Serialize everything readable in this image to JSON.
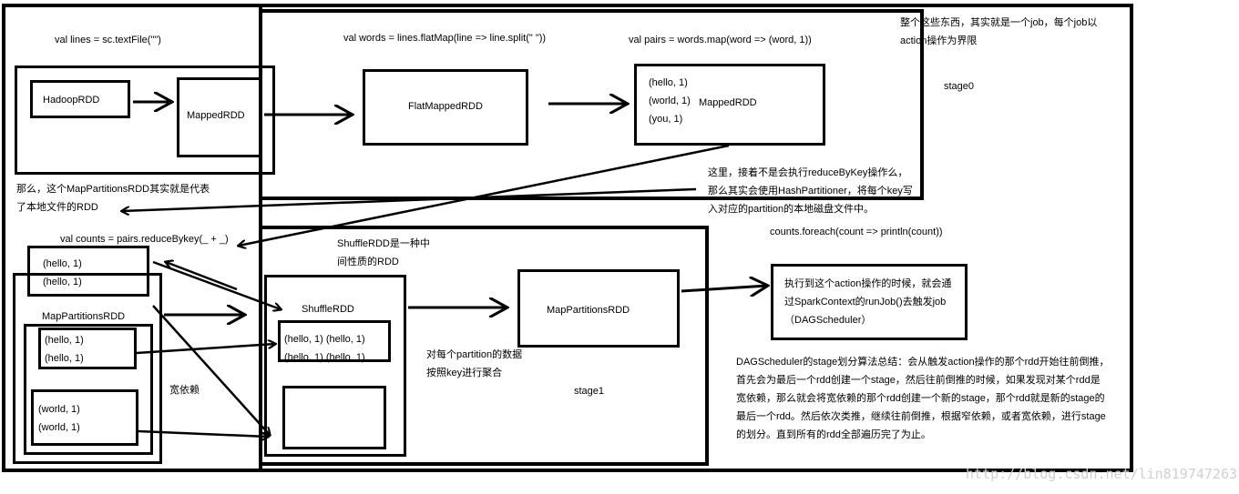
{
  "code": {
    "lines": "val lines = sc.textFile(\"\")",
    "words": "val words = lines.flatMap(line => line.split(\" \"))",
    "pairs": "val pairs = words.map(word => (word, 1))",
    "counts": "val counts = pairs.reduceBykey(_ + _)",
    "foreach": "counts.foreach(count => println(count))"
  },
  "rdds": {
    "hadoop": "HadoopRDD",
    "mapped1": "MappedRDD",
    "flatmapped": "FlatMappedRDD",
    "mapped2": "MappedRDD",
    "shuffle": "ShuffleRDD",
    "mappartitions_left": "MapPartitionsRDD",
    "mappartitions_right": "MapPartitionsRDD"
  },
  "pairs_box": [
    "(hello, 1)",
    "(world, 1)",
    "(you, 1)"
  ],
  "hello_box_top": [
    "(hello, 1)",
    "(hello, 1)"
  ],
  "hello_box_inner": [
    "(hello, 1)",
    "(hello, 1)"
  ],
  "world_box": [
    "(world, 1)",
    "(world, 1)"
  ],
  "shuffle_box": [
    "(hello, 1) (hello, 1)",
    "(hello, 1) (hello, 1)"
  ],
  "notes": {
    "job": "整个这些东西，其实就是一个job，每个job以action操作为界限",
    "stage0": "stage0",
    "stage1": "stage1",
    "local_file": "那么，这个MapPartitionsRDD其实就是代表了本地文件的RDD",
    "hash_partitioner": "这里，接着不是会执行reduceByKey操作么，那么其实会使用HashPartitioner，将每个key写入对应的partition的本地磁盘文件中。",
    "shuffle_rdd": "ShuffleRDD是一种中间性质的RDD",
    "aggregate": "对每个partition的数据按照key进行聚合",
    "wide_dependency": "宽依赖",
    "action": "执行到这个action操作的时候，就会通过SparkContext的runJob()去触发job（DAGScheduler）",
    "dagscheduler": "DAGScheduler的stage划分算法总结：会从触发action操作的那个rdd开始往前倒推，首先会为最后一个rdd创建一个stage，然后往前倒推的时候，如果发现对某个rdd是宽依赖，那么就会将宽依赖的那个rdd创建一个新的stage，那个rdd就是新的stage的最后一个rdd。然后依次类推，继续往前倒推，根据窄依赖，或者宽依赖，进行stage的划分。直到所有的rdd全部遍历完了为止。"
  },
  "watermark": "http://blog.csdn.net/lin819747263"
}
